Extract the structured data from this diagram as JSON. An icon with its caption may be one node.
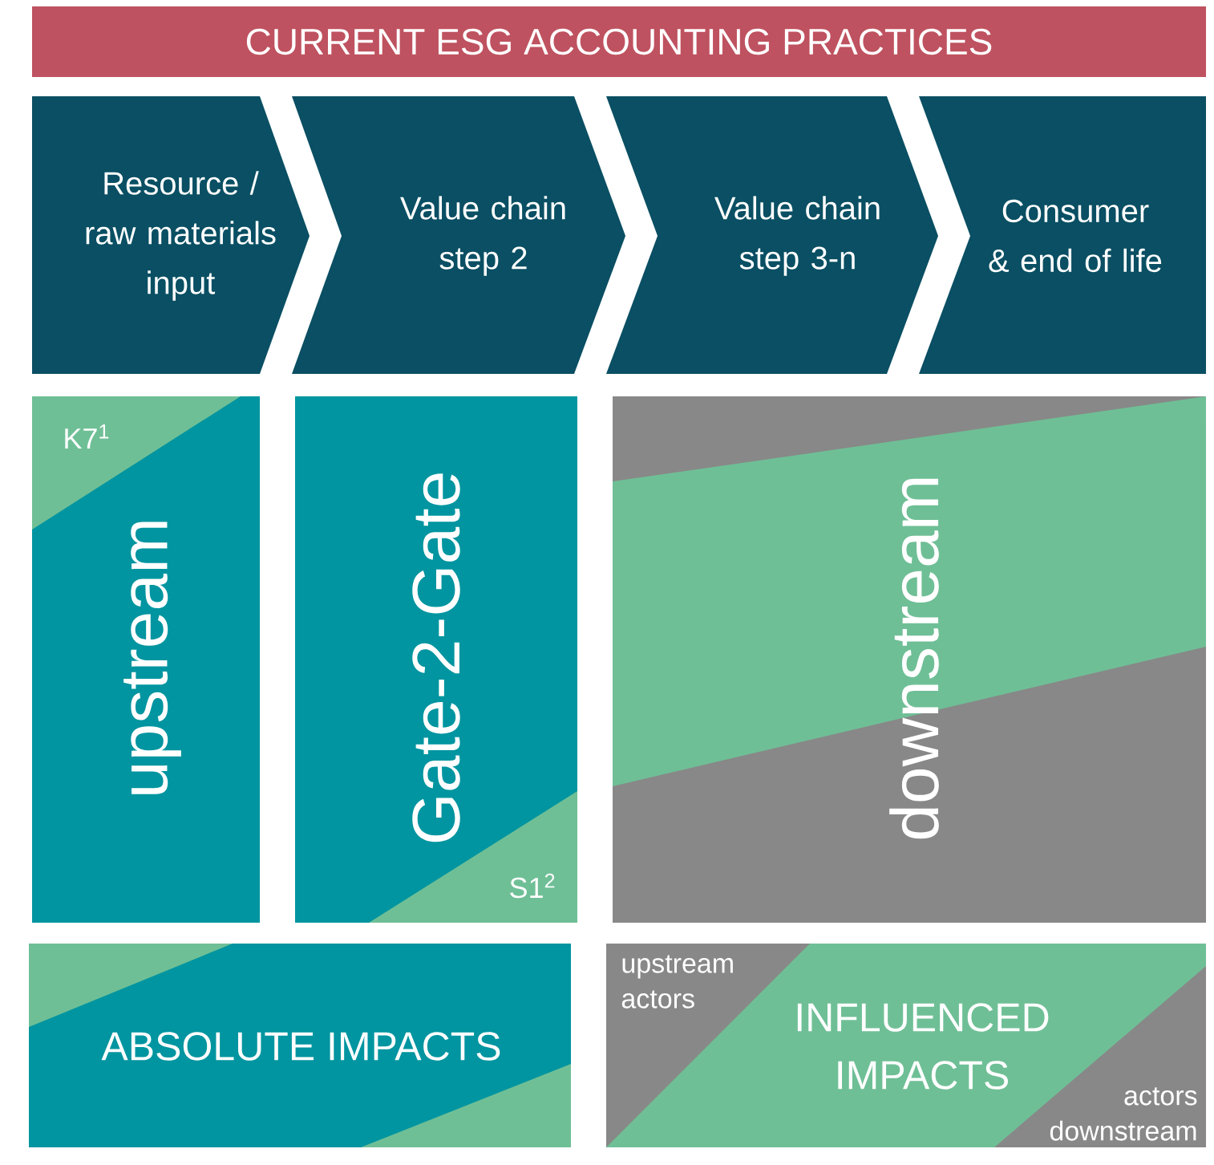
{
  "diagram": {
    "title": "CURRENT ESG ACCOUNTING PRACTICES",
    "nodes": [
      {
        "text": [
          "Resource / raw materials input"
        ]
      },
      {
        "text": [
          "Value chain step 2"
        ]
      },
      {
        "text": [
          "Value chain step 3-n"
        ]
      },
      {
        "text": [
          "Consumer & end of life"
        ]
      },
      {
        "text": [
          "K7$^{1}$",
          "upstream"
        ]
      },
      {
        "text": [
          "Gate-2-Gate",
          "S1$^{2}$"
        ]
      },
      {
        "text": [
          "downstream"
        ]
      },
      {
        "text": [
          "ABSOLUTE IMPACTS"
        ]
      },
      {
        "text": [
          "upstream actors",
          "INFLUENCED IMPACTS",
          "actors downstream"
        ]
      }
    ],
    "edges": []
  }
}
